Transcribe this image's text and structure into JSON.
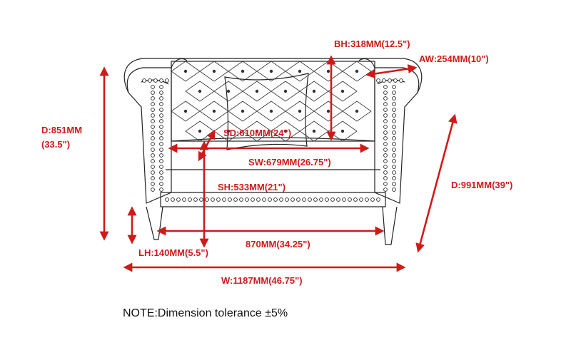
{
  "colors": {
    "dimension": "#d01a1a",
    "outline": "#222222",
    "background": "#ffffff"
  },
  "dimensions": {
    "back_height": "BH:318MM(12.5\")",
    "arm_width": "AW:254MM(10\")",
    "depth_left_line1": "D:851MM",
    "depth_left_line2": "(33.5\")",
    "seat_depth": "SD:610MM(24\")",
    "seat_width": "SW:679MM(26.75\")",
    "seat_height": "SH:533MM(21\")",
    "depth_right": "D:991MM(39\")",
    "inner_width": "870MM(34.25\")",
    "leg_height": "LH:140MM(5.5\")",
    "overall_width": "W:1187MM(46.75\")"
  },
  "note": "NOTE:Dimension tolerance ±5%"
}
